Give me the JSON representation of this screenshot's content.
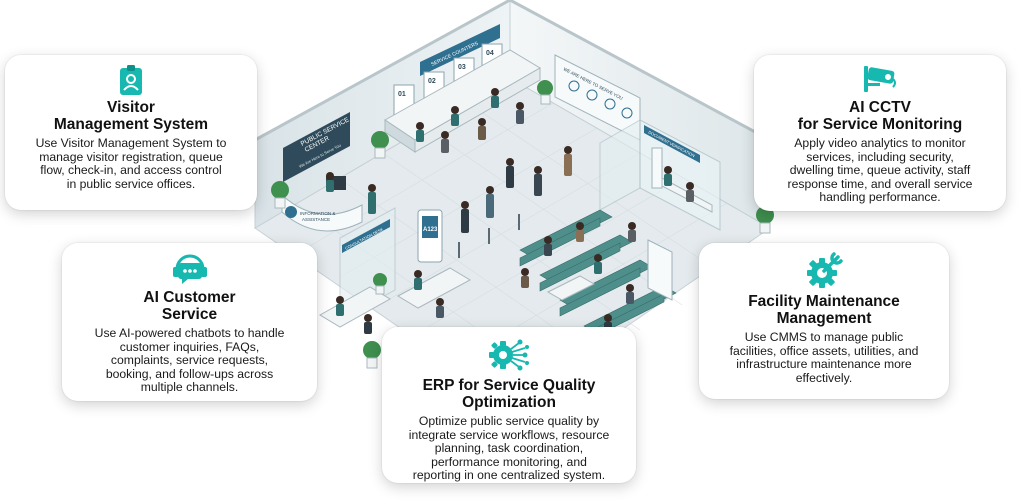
{
  "colors": {
    "accent": "#16b8b0",
    "floor": "#dfe7ea",
    "wall": "#eef3f5",
    "seat": "#4e8f8b"
  },
  "scene": {
    "center_sign_line1": "PUBLIC SERVICE",
    "center_sign_line2": "CENTER",
    "center_sign_sub": "We Are Here to Serve You",
    "counters_sign": "SERVICE COUNTERS",
    "counter_numbers": [
      "01",
      "02",
      "03",
      "04"
    ],
    "serve_sign": "WE ARE HERE TO SERVE YOU",
    "info_sign_line1": "INFORMATION &",
    "info_sign_line2": "ASSISTANCE",
    "consult_sign": "CONSULTATION DESK",
    "doc_sign": "DOCUMENT VERIFICATION",
    "kiosk_number": "A123"
  },
  "cards": {
    "visitor": {
      "icon": "visitor-badge-icon",
      "title": "Visitor\nManagement System",
      "body": "Use Visitor Management System to\nmanage visitor registration, queue\nflow, check-in, and access control\nin public service offices."
    },
    "cctv": {
      "icon": "cctv-camera-icon",
      "title": "AI CCTV\nfor Service Monitoring",
      "body": "Apply video analytics to monitor\nservices, including security,\ndwelling time, queue activity, staff\nresponse time, and overall service\nhandling performance."
    },
    "cs": {
      "icon": "chat-headset-icon",
      "title": "AI Customer\nService",
      "body": "Use AI-powered chatbots to handle\ncustomer inquiries, FAQs,\ncomplaints, service requests,\nbooking, and follow-ups across\nmultiple channels."
    },
    "fm": {
      "icon": "gear-wrench-icon",
      "title": "Facility Maintenance\nManagement",
      "body": "Use CMMS to manage public\nfacilities, office assets, utilities, and\ninfrastructure maintenance more\neffectively."
    },
    "erp": {
      "icon": "gear-network-icon",
      "title": "ERP for Service Quality\nOptimization",
      "body": "Optimize public service quality by\nintegrate service workflows, resource\nplanning, task coordination,\nperformance monitoring, and\nreporting in one centralized system."
    }
  }
}
